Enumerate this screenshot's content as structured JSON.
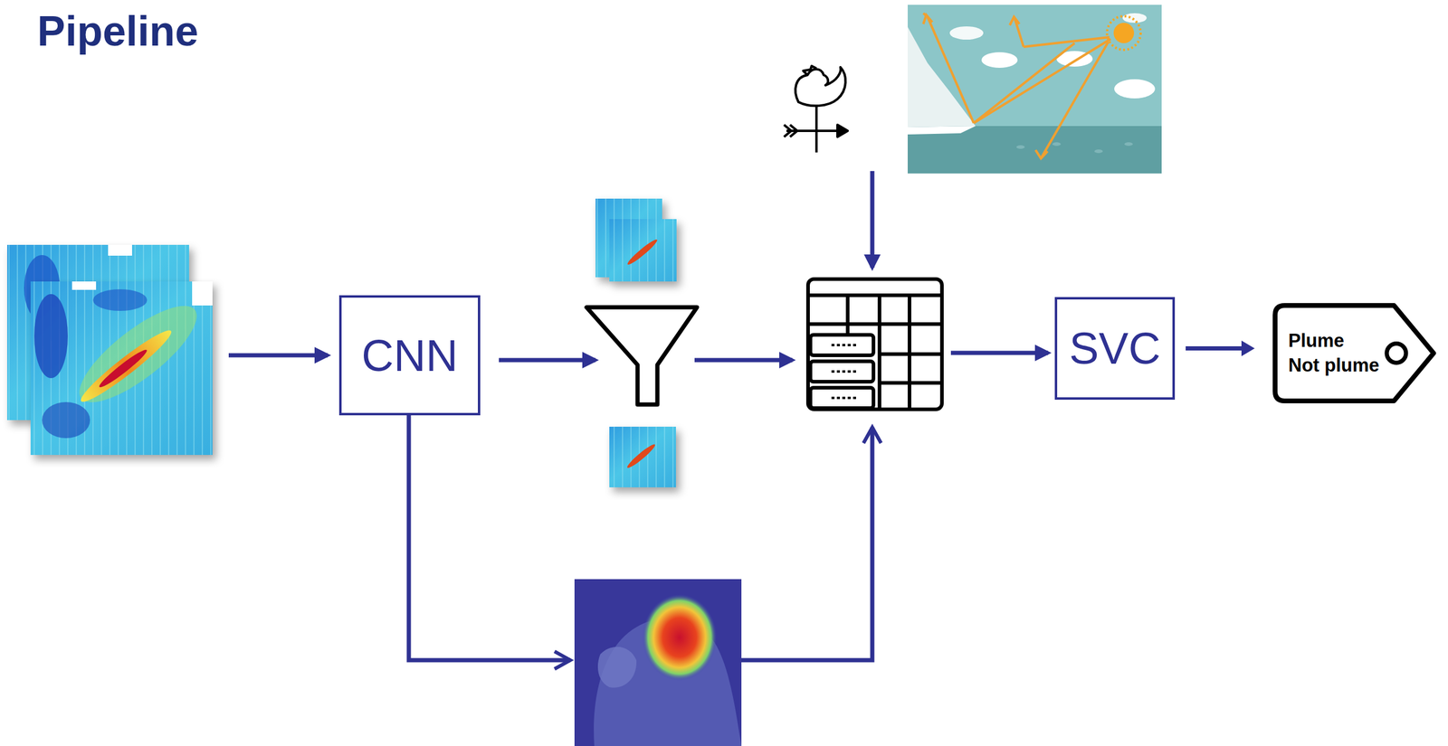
{
  "diagram": {
    "title": "Pipeline",
    "nodes": [
      {
        "text": [
          "CNN"
        ]
      },
      {
        "text": [
          "SVC"
        ]
      },
      {
        "text": [
          "Plume",
          "Not plume"
        ]
      }
    ],
    "edges": [
      {
        "from": 1,
        "to": 2,
        "arrow": "to"
      }
    ]
  }
}
